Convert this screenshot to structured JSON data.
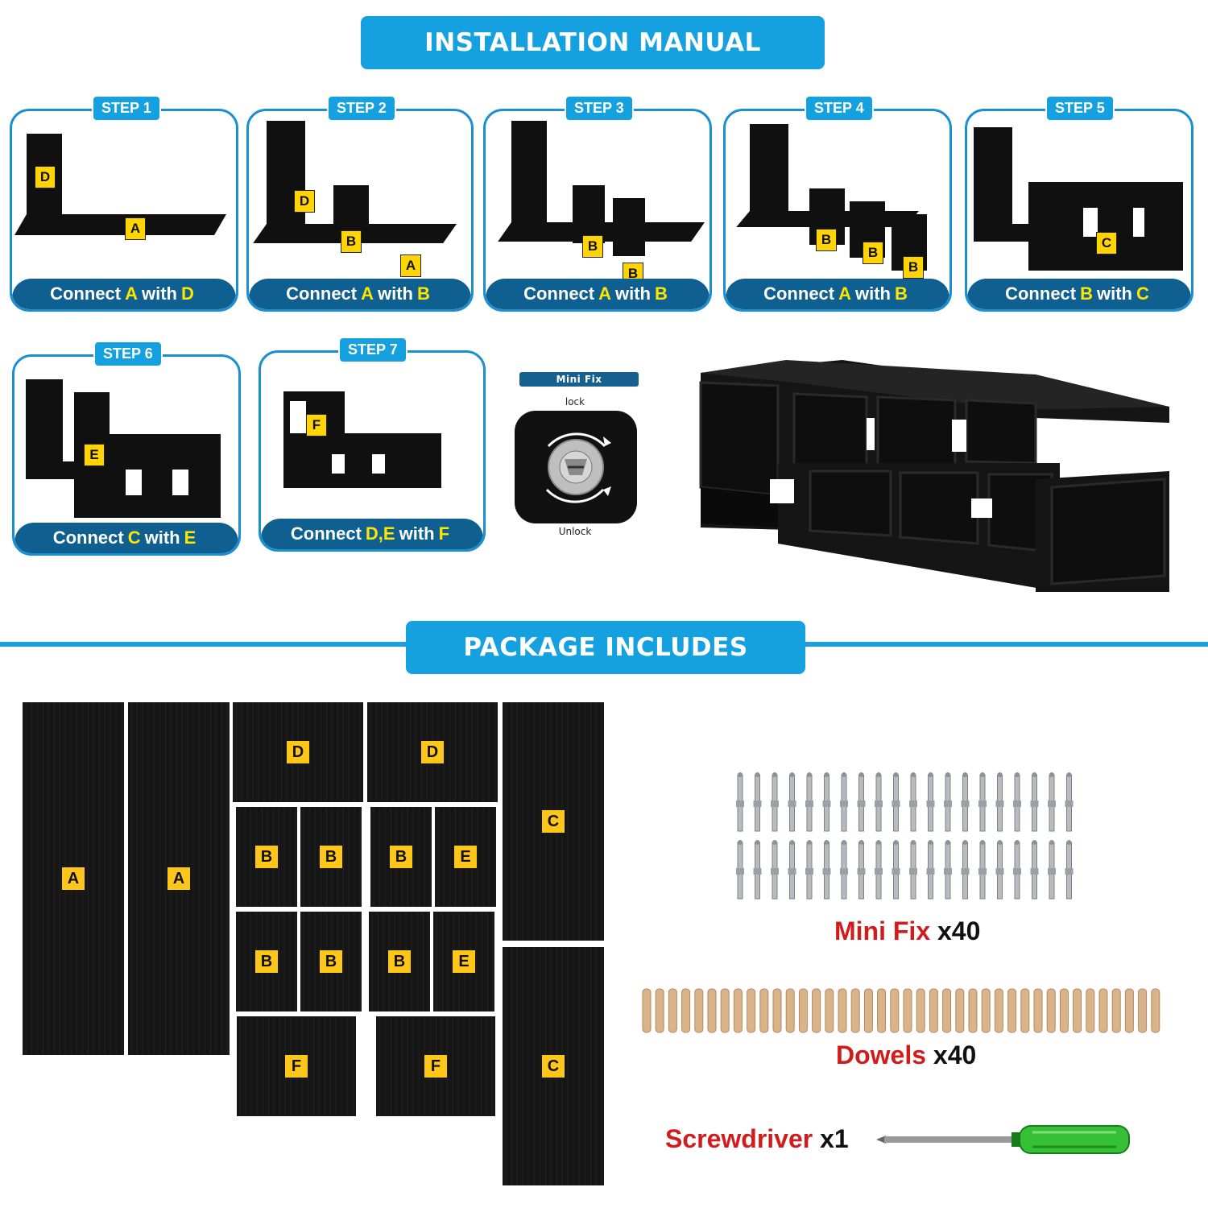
{
  "installation": {
    "title": "INSTALLATION MANUAL",
    "steps": [
      {
        "tag": "STEP 1",
        "pre": "Connect",
        "a": "A",
        "mid": "with",
        "b": "D"
      },
      {
        "tag": "STEP 2",
        "pre": "Connect",
        "a": "A",
        "mid": "with",
        "b": "B"
      },
      {
        "tag": "STEP 3",
        "pre": "Connect",
        "a": "A",
        "mid": "with",
        "b": "B"
      },
      {
        "tag": "STEP 4",
        "pre": "Connect",
        "a": "A",
        "mid": "with",
        "b": "B"
      },
      {
        "tag": "STEP 5",
        "pre": "Connect",
        "a": "B",
        "mid": "with",
        "b": "C"
      },
      {
        "tag": "STEP 6",
        "pre": "Connect",
        "a": "C",
        "mid": "with",
        "b": "E"
      },
      {
        "tag": "STEP 7",
        "pre": "Connect",
        "a": "D,E",
        "mid": "with",
        "b": "F"
      }
    ],
    "minifix": {
      "title": "Mini Fix",
      "lock": "lock",
      "unlock": "Unlock"
    }
  },
  "package": {
    "title": "PACKAGE INCLUDES",
    "boards": {
      "a": "A",
      "b": "B",
      "c": "C",
      "d": "D",
      "e": "E",
      "f": "F"
    },
    "hardware": [
      {
        "name": "Mini Fix",
        "qty": "x40"
      },
      {
        "name": "Dowels",
        "qty": "x40"
      },
      {
        "name": "Screwdriver",
        "qty": "x1"
      }
    ]
  }
}
